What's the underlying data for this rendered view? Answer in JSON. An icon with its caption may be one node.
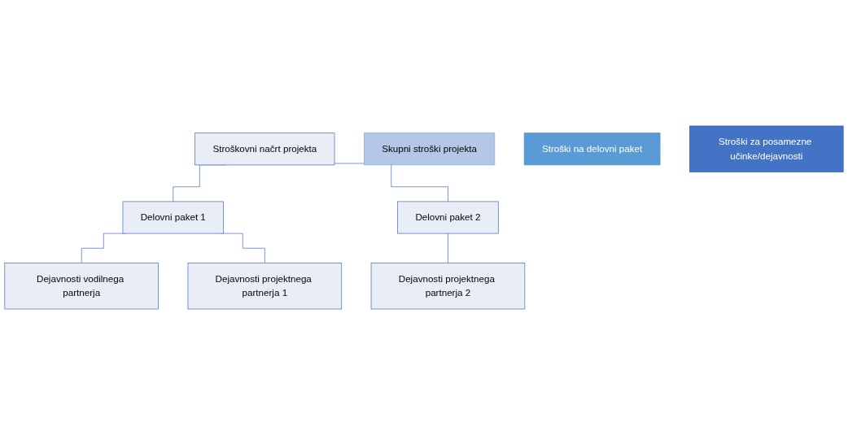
{
  "diagram": {
    "nodes": [
      {
        "text": [
          "Stroškovni načrt projekta"
        ]
      },
      {
        "text": [
          "Delovni paket 1"
        ]
      },
      {
        "text": [
          "Delovni paket 2"
        ]
      },
      {
        "text": [
          "Dejavnosti vodilnega partnerja"
        ]
      },
      {
        "text": [
          "Dejavnosti projektnega partnerja 1"
        ]
      },
      {
        "text": [
          "Dejavnosti projektnega partnerja 2"
        ]
      },
      {
        "text": [
          "Skupni stroški projekta"
        ]
      },
      {
        "text": [
          "Stroški na delovni paket"
        ]
      },
      {
        "text": [
          "Stroški za posamezne učinke/dejavnosti"
        ]
      }
    ],
    "edges": [
      {
        "from": 0,
        "to": 1,
        "arrow": "none"
      },
      {
        "from": 0,
        "to": 2,
        "arrow": "none"
      },
      {
        "from": 1,
        "to": 3,
        "arrow": "none"
      },
      {
        "from": 1,
        "to": 4,
        "arrow": "none"
      },
      {
        "from": 2,
        "to": 5,
        "arrow": "none"
      }
    ]
  }
}
